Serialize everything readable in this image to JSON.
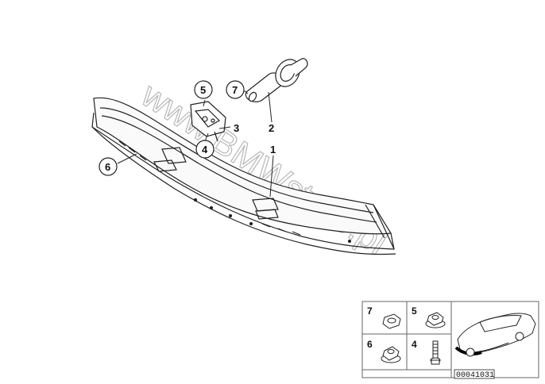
{
  "watermark": "www.BMWstore.pl",
  "callouts": {
    "c1": "1",
    "c2": "2",
    "c3": "3",
    "c4": "4",
    "c5": "5",
    "c6": "6",
    "c7": "7"
  },
  "legend": {
    "n7": "7",
    "n5": "5",
    "n6": "6",
    "n4": "4"
  },
  "diagram_id": "00041031"
}
